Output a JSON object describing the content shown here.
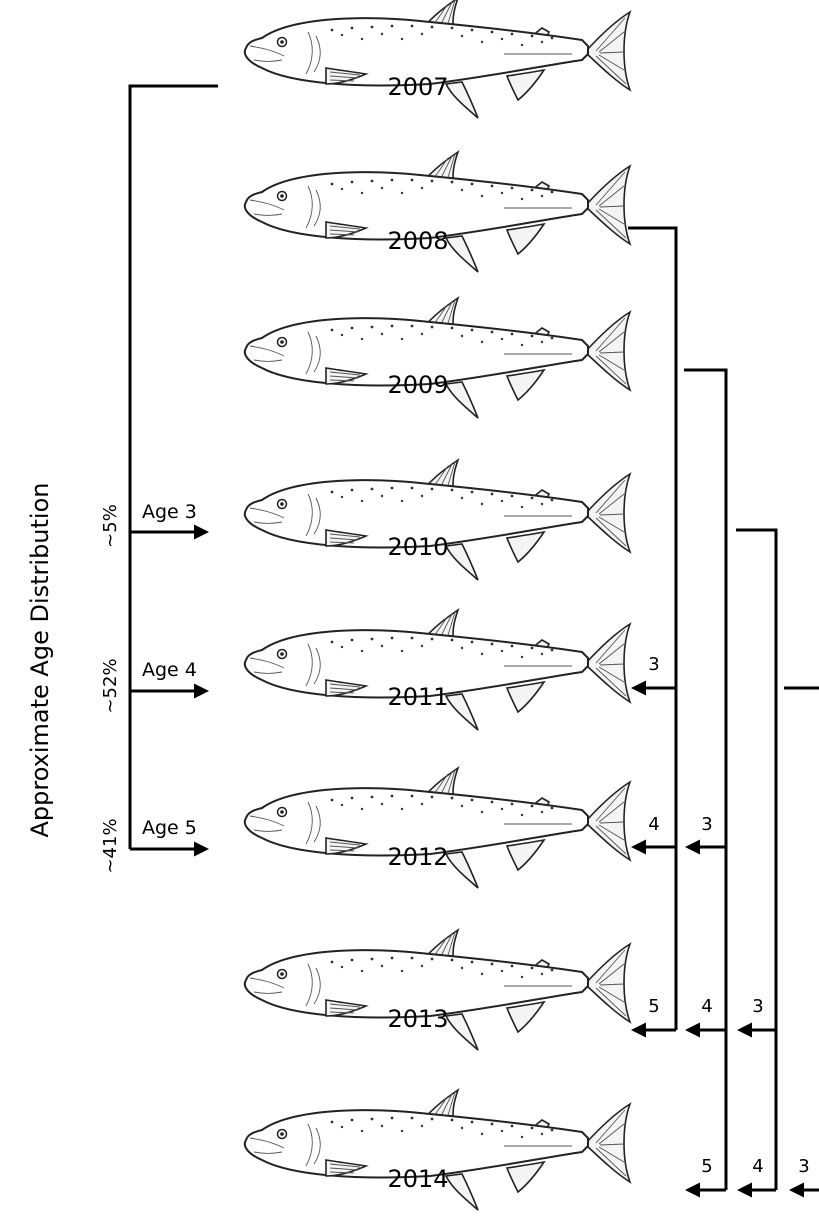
{
  "y_axis_label": "Approximate Age Distribution",
  "years": [
    "2007",
    "2008",
    "2009",
    "2010",
    "2011",
    "2012",
    "2013",
    "2014"
  ],
  "age_distribution": [
    {
      "age_label": "Age 3",
      "percent": "~5%"
    },
    {
      "age_label": "Age 4",
      "percent": "~52%"
    },
    {
      "age_label": "Age 5",
      "percent": "~41%"
    }
  ],
  "return_brackets": [
    {
      "brood_year": "2008",
      "labels": [
        "3",
        "4",
        "5"
      ]
    },
    {
      "brood_year": "2009",
      "labels": [
        "3",
        "4",
        "5"
      ]
    },
    {
      "brood_year": "2010",
      "labels": [
        "3",
        "4"
      ]
    },
    {
      "brood_year": "2011",
      "labels": [
        "3"
      ]
    }
  ]
}
